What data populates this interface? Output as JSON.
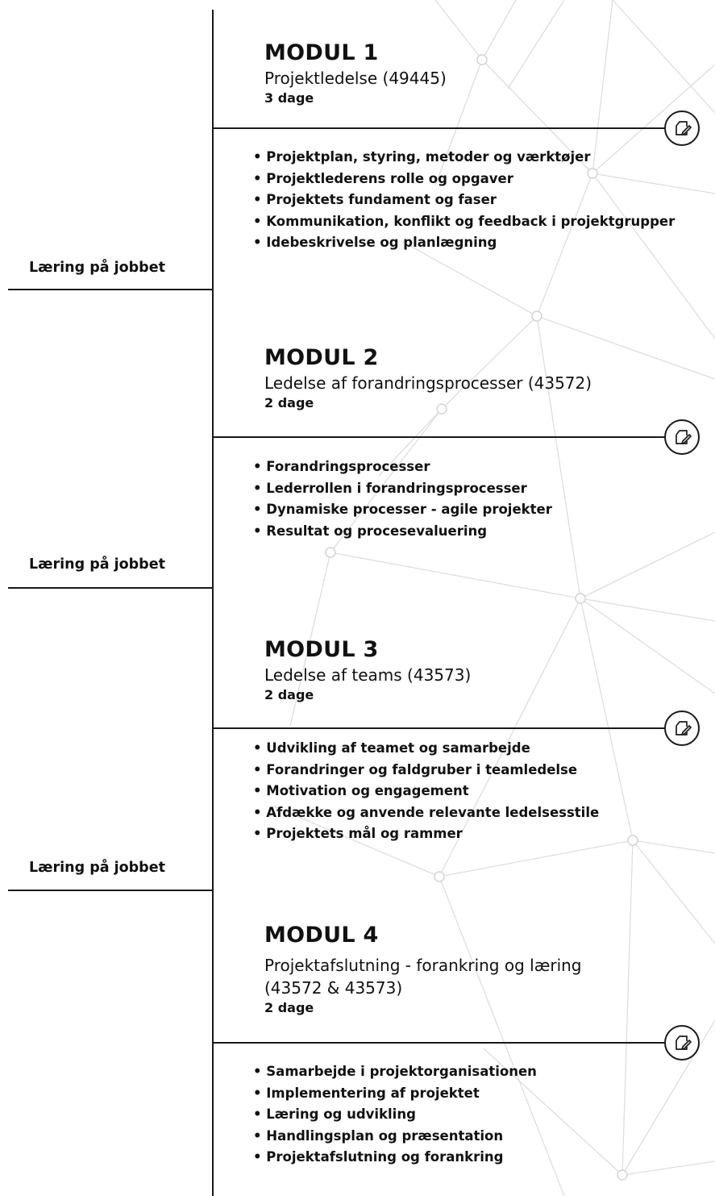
{
  "modules": [
    {
      "title": "MODUL 1",
      "subtitle": "Projektledelse (49445)",
      "days": "3 dage",
      "topics": [
        "Projektplan, styring, metoder og værktøjer",
        "Projektlederens rolle og opgaver",
        "Projektets fundament og faser",
        "Kommunikation, konflikt og feedback i projektgrupper",
        "Idebeskrivelse og planlægning"
      ]
    },
    {
      "title": "MODUL 2",
      "subtitle": "Ledelse af forandringsprocesser (43572)",
      "days": "2 dage",
      "topics": [
        "Forandringsprocesser",
        "Lederrollen i forandringsprocesser",
        "Dynamiske processer - agile projekter",
        "Resultat og procesevaluering"
      ]
    },
    {
      "title": "MODUL 3",
      "subtitle": "Ledelse af teams (43573)",
      "days": "2 dage",
      "topics": [
        "Udvikling af teamet og samarbejde",
        "Forandringer og faldgruber i teamledelse",
        "Motivation og engagement",
        "Afdække og anvende relevante ledelsesstile",
        "Projektets mål og rammer"
      ]
    },
    {
      "title": "MODUL 4",
      "subtitle": "Projektafslutning - forankring og læring",
      "subtitle2": "(43572 & 43573)",
      "days": "2 dage",
      "topics": [
        "Samarbejde i projektorganisationen",
        "Implementering af projektet",
        "Læring og udvikling",
        "Handlingsplan og præsentation",
        "Projektafslutning og forankring"
      ]
    }
  ],
  "learning_label": "Læring på jobbet",
  "icon": "notepad-pencil-icon",
  "colors": {
    "line": "#1a1a1a",
    "network": "#dcdcdc"
  }
}
